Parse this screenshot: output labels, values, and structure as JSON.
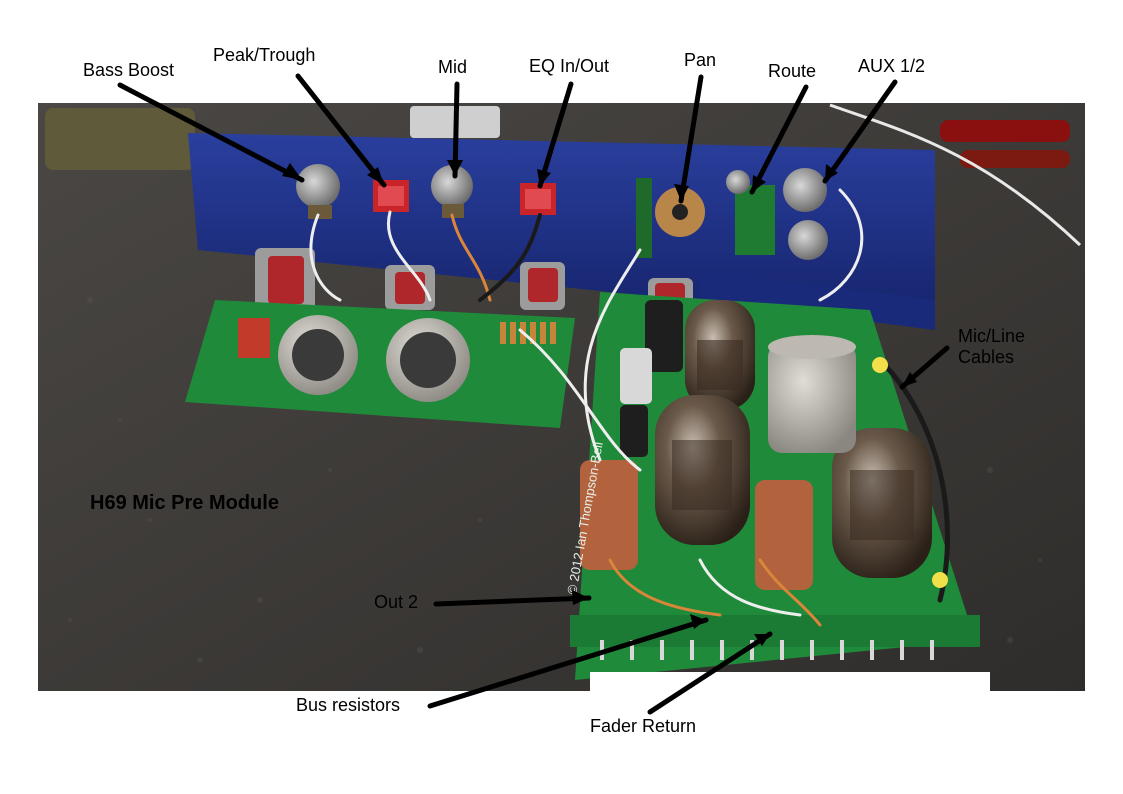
{
  "annotations": {
    "bass_boost": "Bass Boost",
    "peak_trough": "Peak/Trough",
    "mid": "Mid",
    "eq_in_out": "EQ In/Out",
    "pan": "Pan",
    "route": "Route",
    "aux": "AUX 1/2",
    "mic_line_cables": "Mic/Line Cables",
    "out2": "Out 2",
    "bus_resistors": "Bus resistors",
    "fader_return": "Fader Return",
    "module_name": "H69 Mic Pre Module"
  },
  "pcb_silkscreen": {
    "copyright": "© 2012 Ian Thompson-Bell"
  },
  "colors": {
    "bench": "#3a3836",
    "panel": "#1d2f86",
    "pcb": "#1f8a3a",
    "tube_glass": "#6b5a4a",
    "capacitor": "#b3623e",
    "knob": "#8c8c8c"
  }
}
